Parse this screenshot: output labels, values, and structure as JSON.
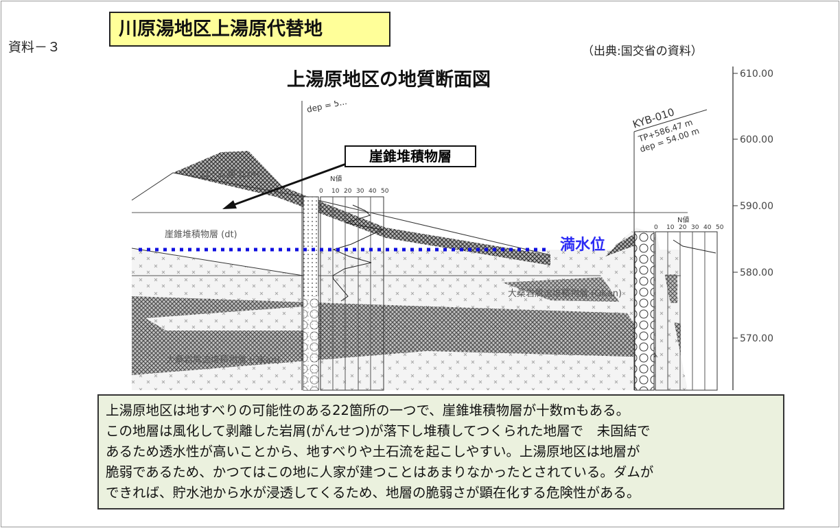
{
  "doc_label": "資料－３",
  "title": "川原湯地区上湯原代替地",
  "source": "（出典:国交省の資料）",
  "diagram": {
    "title": "上湯原地区の地質断面図",
    "callout": "崖錐堆積物層",
    "water_level_label": "満水位",
    "layers": {
      "loam": "ローム層 (Lm)",
      "talus": "崖錐堆積物層 (dt)",
      "okan": "大桑岩屑流堆積物層 (OKan)",
      "okan_right": "大桑岩屑流堆積物層 (OKan)"
    },
    "borehole": {
      "id": "KYB-010",
      "tp": "TP+586.47 m",
      "dep": "dep = 54.00 m",
      "dep_left": "dep = 5..."
    },
    "n_value_label": "N値",
    "n_ticks": [
      "0",
      "10",
      "20",
      "30",
      "40",
      "50"
    ],
    "elevation_ticks": [
      "610.00",
      "600.00",
      "590.00",
      "580.00",
      "570.00"
    ]
  },
  "description": [
    "上湯原地区は地すべりの可能性のある22箇所の一つで、崖錐堆積物層が十数mもある。",
    "この地層は風化して剥離した岩屑(がんせつ)が落下し堆積してつくられた地層で　未固結で",
    "あるため透水性が高いことから、地すべりや土石流を起こしやすい。上湯原地区は地層が",
    "脆弱であるため、かつてはこの地に人家が建つことはあまりなかったとされている。ダムが",
    "できれば、貯水池から水が浸透してくるため、地層の脆弱さが顕在化する危険性がある。"
  ],
  "colors": {
    "title_bg": "#ffff99",
    "water_line": "#1010e0",
    "desc_bg": "#ebf1de"
  }
}
